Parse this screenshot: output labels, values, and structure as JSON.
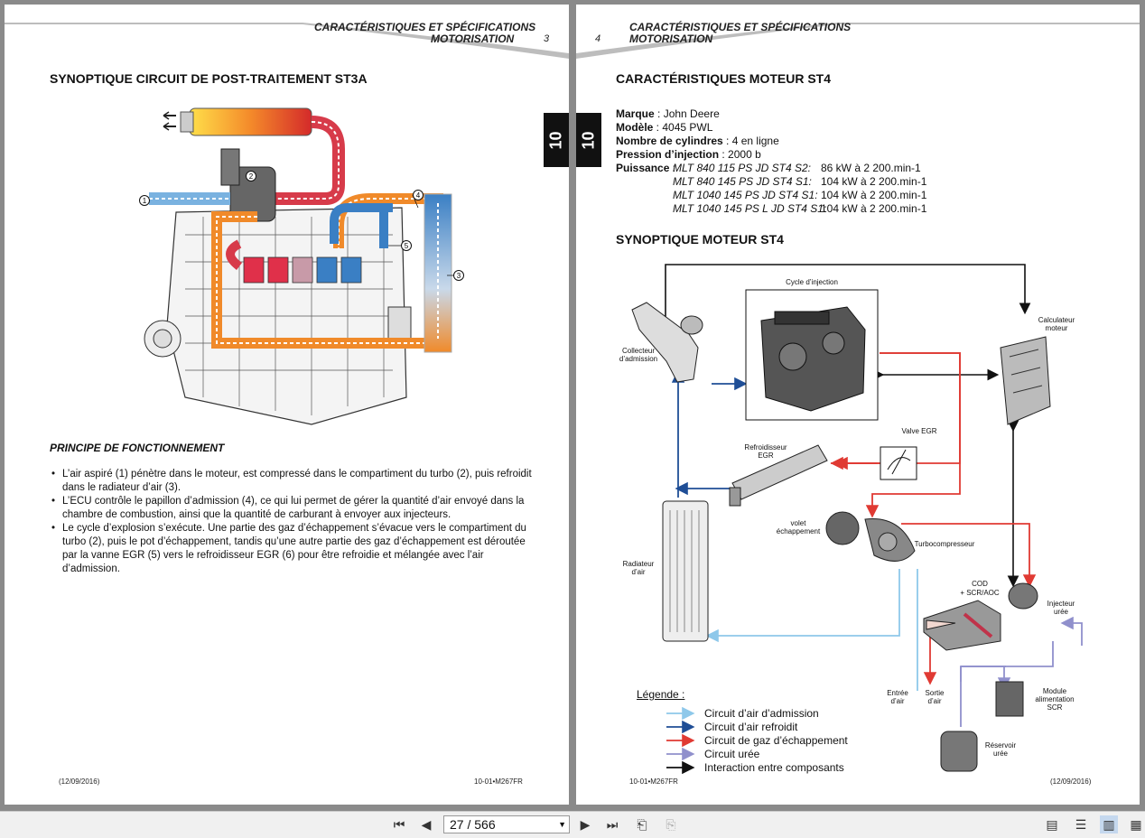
{
  "left_page": {
    "header_line1": "CARACTÉRISTIQUES ET SPÉCIFICATIONS",
    "header_line2": "MOTORISATION",
    "page_number": "3",
    "tab_label": "10",
    "title": "SYNOPTIQUE CIRCUIT DE POST-TRAITEMENT ST3A",
    "diagram_callouts": [
      "1",
      "2",
      "3",
      "4",
      "5"
    ],
    "principle_title": "PRINCIPE DE FONCTIONNEMENT",
    "bullets": [
      "L’air aspiré (1) pénètre dans le moteur, est compressé dans le compartiment du turbo (2), puis refroidit dans le radiateur d’air (3).",
      "L’ECU contrôle le papillon d’admission (4), ce qui lui permet de gérer la quantité d’air envoyé dans la chambre de combustion, ainsi que la quantité de carburant à envoyer aux injecteurs.",
      "Le cycle d’explosion s’exécute. Une partie des gaz d’échappement s’évacue vers le compartiment du turbo (2), puis le pot d’échappement, tandis qu’une autre partie des gaz d’échappement est déroutée par la vanne EGR (5) vers le refroidisseur EGR (6) pour être refroidie et mélangée avec l’air d’admission."
    ],
    "footer_date": "(12/09/2016)",
    "footer_ref": "10-01•M267FR"
  },
  "right_page": {
    "header_line1": "CARACTÉRISTIQUES ET SPÉCIFICATIONS",
    "header_line2": "MOTORISATION",
    "page_number": "4",
    "tab_label": "10",
    "title": "CARACTÉRISTIQUES MOTEUR ST4",
    "specs": [
      {
        "label": "Marque",
        "value": "John Deere"
      },
      {
        "label": "Modèle",
        "value": "4045 PWL"
      },
      {
        "label": "Nombre de cylindres",
        "value": "4 en ligne"
      },
      {
        "label": "Pression d’injection",
        "value": "2000 b"
      }
    ],
    "power_label": "Puissance",
    "power_rows": [
      {
        "model": "MLT 840 115 PS JD ST4 S2:",
        "value": "86 kW à 2 200.min-1"
      },
      {
        "model": "MLT 840 145 PS JD ST4 S1:",
        "value": "104 kW à 2 200.min-1"
      },
      {
        "model": "MLT 1040 145 PS JD ST4 S1:",
        "value": "104 kW à 2 200.min-1"
      },
      {
        "model": "MLT 1040 145 PS L JD ST4 S1:",
        "value": "104 kW à 2 200.min-1"
      }
    ],
    "subtitle": "SYNOPTIQUE MOTEUR ST4",
    "diagram_labels": {
      "cycle": "Cycle d’injection",
      "collecteur_1": "Collecteur",
      "collecteur_2": "d’admission",
      "calculateur_1": "Calculateur",
      "calculateur_2": "moteur",
      "valve": "Valve EGR",
      "refroid_1": "Refroidisseur",
      "refroid_2": "EGR",
      "volet_1": "volet",
      "volet_2": "échappement",
      "turbo": "Turbocompresseur",
      "radiateur_1": "Radiateur",
      "radiateur_2": "d’air",
      "cod_1": "COD",
      "cod_2": "+ SCR/AOC",
      "injecteur_1": "Injecteur",
      "injecteur_2": "urée",
      "entree_1": "Entrée",
      "entree_2": "d’air",
      "sortie_1": "Sortie",
      "sortie_2": "d’air",
      "module_1": "Module",
      "module_2": "alimentation",
      "module_3": "SCR",
      "reservoir_1": "Réservoir",
      "reservoir_2": "urée"
    },
    "legend_title": "Légende :",
    "legend": [
      {
        "label": "Circuit d’air d’admission",
        "color": "#8ec8ea"
      },
      {
        "label": "Circuit d’air refroidit",
        "color": "#1f4e96"
      },
      {
        "label": "Circuit de gaz d’échappement",
        "color": "#e03a33"
      },
      {
        "label": "Circuit urée",
        "color": "#9090cc"
      },
      {
        "label": "Interaction entre composants",
        "color": "#111111"
      }
    ],
    "footer_ref": "10-01•M267FR",
    "footer_date": "(12/09/2016)"
  },
  "toolbar": {
    "current_page": "27",
    "total_pages": "566",
    "page_display": "27 / 566"
  }
}
